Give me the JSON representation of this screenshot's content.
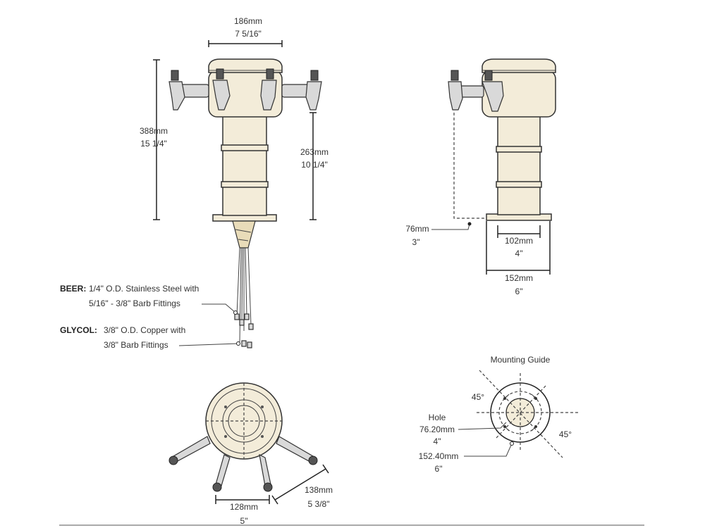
{
  "front_view": {
    "width_mm": "186mm",
    "width_in": "7 5/16\"",
    "height_mm": "388mm",
    "height_in": "15 1/4\"",
    "column_mm": "263mm",
    "column_in": "10 1/4\""
  },
  "side_view": {
    "offset_mm": "76mm",
    "offset_in": "3\"",
    "inner_mm": "102mm",
    "inner_in": "4\"",
    "base_mm": "152mm",
    "base_in": "6\""
  },
  "lines": {
    "beer_label": "BEER:",
    "beer_text_1": "1/4\" O.D. Stainless Steel with",
    "beer_text_2": "5/16\" - 3/8\" Barb Fittings",
    "glycol_label": "GLYCOL:",
    "glycol_text_1": "3/8\" O.D. Copper with",
    "glycol_text_2": "3/8\" Barb Fittings"
  },
  "top_view": {
    "depth_mm": "128mm",
    "depth_in": "5\"",
    "span_mm": "138mm",
    "span_in": "5 3/8\""
  },
  "mounting_guide": {
    "title": "Mounting Guide",
    "angle_1": "45°",
    "angle_2": "45°",
    "hole_label": "Hole",
    "hole_mm": "76.20mm",
    "hole_in": "4\"",
    "outer_mm": "152.40mm",
    "outer_in": "6\""
  },
  "colors": {
    "body": "#f3ecd9",
    "line": "#222222",
    "metal": "#d9d9d9"
  }
}
